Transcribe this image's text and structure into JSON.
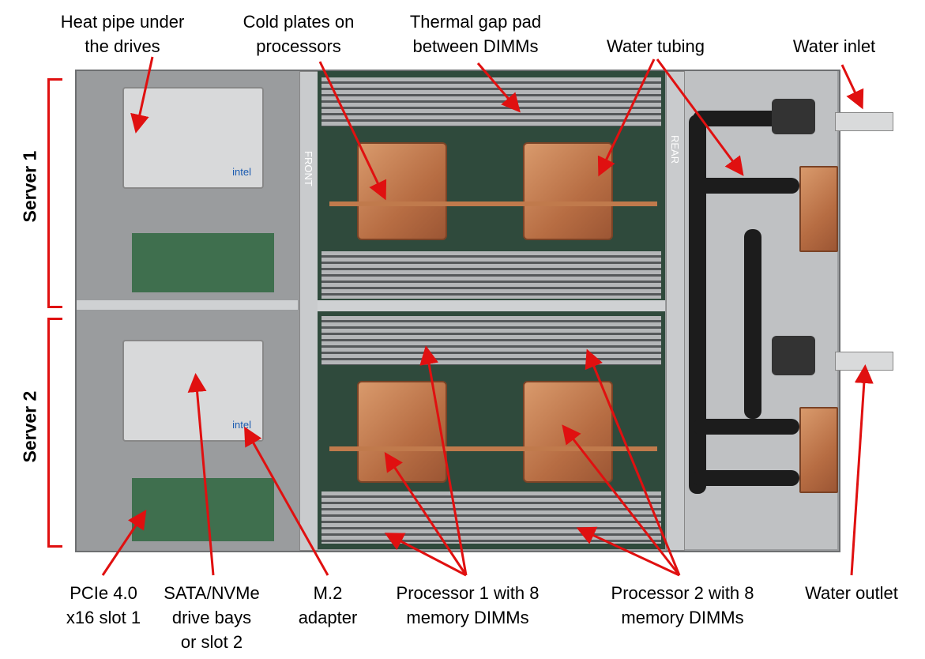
{
  "top_labels": {
    "heat_pipe": [
      "Heat pipe under",
      "the drives"
    ],
    "cold_plates": [
      "Cold plates on",
      "processors"
    ],
    "thermal_pad": [
      "Thermal gap pad",
      "between DIMMs"
    ],
    "water_tubing": "Water tubing",
    "water_inlet": "Water inlet"
  },
  "side_labels": {
    "server1": "Server 1",
    "server2": "Server 2"
  },
  "bottom_labels": {
    "pcie": [
      "PCIe 4.0",
      "x16 slot 1"
    ],
    "sata": [
      "SATA/NVMe",
      "drive bays",
      "or slot 2"
    ],
    "m2": [
      "M.2",
      "adapter"
    ],
    "proc1": [
      "Processor 1 with 8",
      "memory DIMMs"
    ],
    "proc2": [
      "Processor 2 with 8",
      "memory DIMMs"
    ],
    "water_outlet": "Water outlet"
  },
  "photo_text": {
    "front": "FRONT",
    "rear": "REAR",
    "drive_brand": "intel"
  },
  "colors": {
    "arrow": "#e01010",
    "bracket": "#e01010",
    "copper": "#c07a4c"
  }
}
